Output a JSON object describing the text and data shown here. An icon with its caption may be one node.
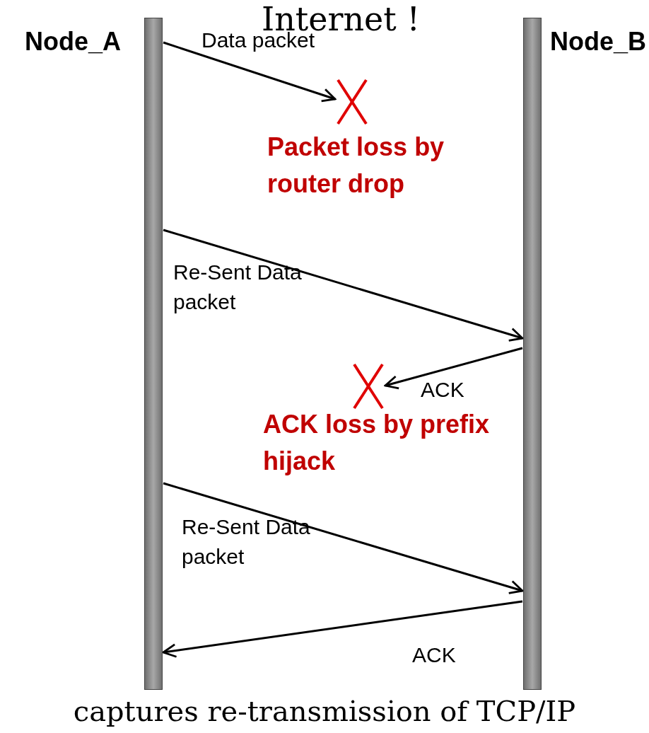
{
  "diagram": {
    "title": "Internet !",
    "caption": "captures re-transmission of TCP/IP",
    "nodes": [
      {
        "text": [
          "Node_A"
        ]
      },
      {
        "text": [
          "Node_B"
        ]
      },
      {
        "text": [
          "Packet loss by router drop"
        ]
      },
      {
        "text": [
          "ACK loss by prefix hijack"
        ]
      }
    ],
    "edges": [
      {
        "from": 0,
        "to": 2,
        "arrow": "to",
        "label": "Data packet"
      },
      {
        "from": 0,
        "to": 1,
        "arrow": "to",
        "label": "Re-Sent Data packet"
      },
      {
        "from": 1,
        "to": 3,
        "arrow": "to",
        "label": "ACK"
      },
      {
        "from": 0,
        "to": 1,
        "arrow": "to",
        "label": "Re-Sent Data packet"
      },
      {
        "from": 1,
        "to": 0,
        "arrow": "to",
        "label": "ACK"
      }
    ]
  }
}
